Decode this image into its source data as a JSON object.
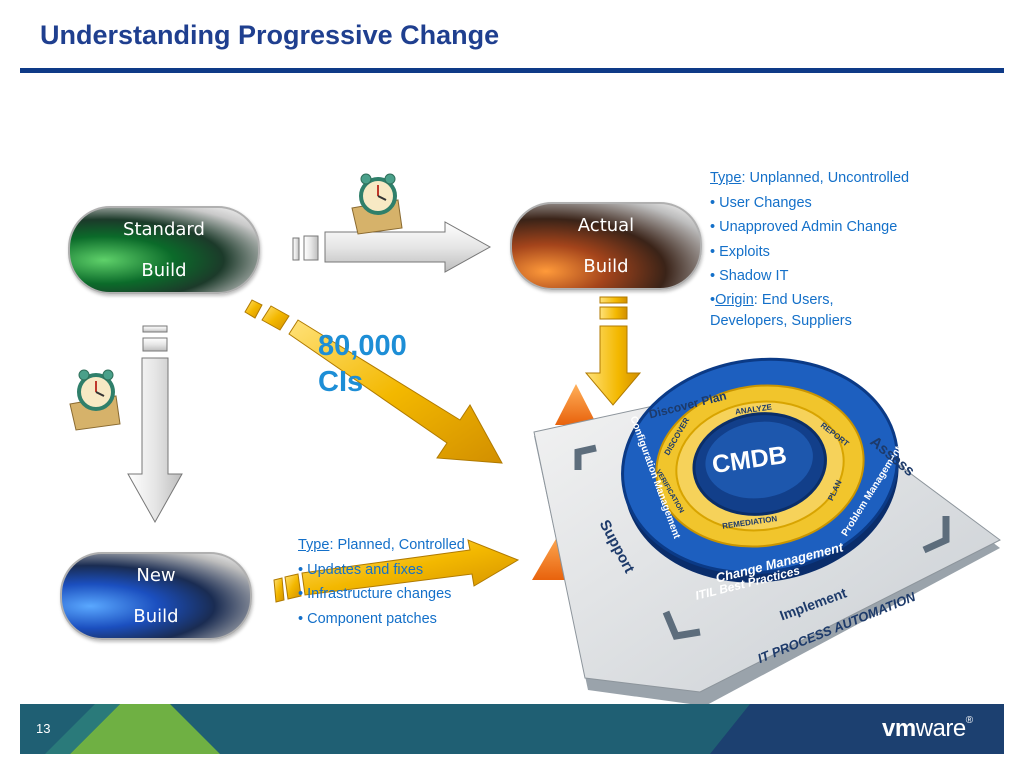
{
  "title": "Understanding Progressive Change",
  "pills": {
    "standard": {
      "line1": "Standard",
      "line2": "Build"
    },
    "actual": {
      "line1": "Actual",
      "line2": "Build"
    },
    "new": {
      "line1": "New",
      "line2": "Build"
    }
  },
  "cis": {
    "line1": "80,000",
    "line2": "CIs"
  },
  "actual_notes": {
    "type_label": "Type",
    "type_value": ": Unplanned, Uncontrolled",
    "items": [
      "User Changes",
      "Unapproved Admin Change",
      "Exploits",
      "Shadow IT"
    ],
    "origin_label": "Origin",
    "origin_value": ": End Users,",
    "origin_value2": "Developers, Suppliers"
  },
  "new_notes": {
    "type_label": "Type",
    "type_value": ": Planned, Controlled",
    "items": [
      "Updates and fixes",
      "Infrastructure changes",
      "Component patches"
    ]
  },
  "diagram": {
    "center": "CMDB",
    "ring_items": [
      "ANALYZE",
      "REPORT",
      "PLAN",
      "REMEDIATION",
      "VERIFICATION",
      "DISCOVER"
    ],
    "outer_left": "Configuration Management",
    "outer_bottom": "Change Management",
    "outer_right": "Problem Management",
    "itil": "ITIL Best Practices",
    "phases": {
      "top": "Discover Plan",
      "right": "Assess",
      "left": "Support",
      "bottom": "Implement"
    },
    "caption": "IT PROCESS AUTOMATION"
  },
  "footer": {
    "page": "13",
    "logo_vm": "vm",
    "logo_ware": "ware",
    "logo_reg": "®"
  },
  "colors": {
    "title": "#1f3f8f",
    "accent_blue": "#1470c9",
    "footer_teal": "#1f5f73",
    "footer_green": "#6fb043",
    "footer_navy": "#1c4070",
    "arrow_gold": "#f2b705"
  }
}
